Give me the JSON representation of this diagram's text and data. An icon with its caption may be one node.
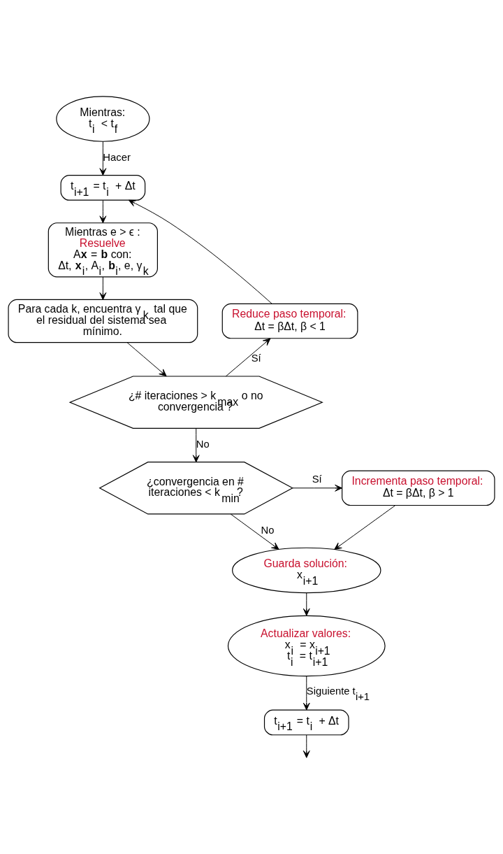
{
  "diagram": {
    "nodes": [
      {
        "text": [
          "Mientras:",
          "t$_{i}$ < t$_{f}$"
        ]
      },
      {
        "text": [
          "t$_{i+1}$ = t$_{i}$ + Δt"
        ]
      },
      {
        "text": [
          "Mientras e > ϵ :",
          "Resuelve",
          "A**x** = **b** con:",
          "Δt, **x**$_{i}$, A$_{i}$, **b**$_{i}$, e, γ$_{k}$"
        ]
      },
      {
        "text": [
          "Para cada k, encuentra γ$_{k}$ tal que el residual del sistema sea mínimo."
        ]
      },
      {
        "text": [
          "¿# iteraciones > k$_{max}$ o no convergencia ?"
        ]
      },
      {
        "text": [
          "Reduce paso temporal:",
          "Δt = βΔt, β < 1"
        ]
      },
      {
        "text": [
          "¿convergencia en # iteraciones < k$_{min}$?"
        ]
      },
      {
        "text": [
          "Incrementa paso temporal:",
          "Δt = βΔt, β > 1"
        ]
      },
      {
        "text": [
          "Guarda solución:",
          "x$_{i+1}$"
        ]
      },
      {
        "text": [
          "Actualizar valores:",
          "x$_{i}$ = x$_{i+1}$",
          "t$_{i}$ = t$_{i+1}$"
        ]
      },
      {
        "text": [
          "t$_{i+1}$ = t$_{i}$ + Δt"
        ]
      }
    ],
    "edges": [
      {
        "from": 0,
        "to": 1,
        "arrow": "to",
        "label": "Hacer"
      },
      {
        "from": 1,
        "to": 2,
        "arrow": "to"
      },
      {
        "from": 2,
        "to": 3,
        "arrow": "to"
      },
      {
        "from": 3,
        "to": 4,
        "arrow": "to"
      },
      {
        "from": 4,
        "to": 5,
        "arrow": "to",
        "label": "Sí"
      },
      {
        "from": 5,
        "to": 1,
        "arrow": "to"
      },
      {
        "from": 4,
        "to": 6,
        "arrow": "to",
        "label": "No"
      },
      {
        "from": 6,
        "to": 7,
        "arrow": "to",
        "label": "Sí"
      },
      {
        "from": 6,
        "to": 8,
        "arrow": "to",
        "label": "No"
      },
      {
        "from": 7,
        "to": 8,
        "arrow": "to"
      },
      {
        "from": 8,
        "to": 9,
        "arrow": "to"
      },
      {
        "from": 9,
        "to": 10,
        "arrow": "to",
        "label": "Siguiente t$_{i+1}$"
      },
      {
        "from": 10,
        "to": null,
        "arrow": "to"
      }
    ]
  }
}
